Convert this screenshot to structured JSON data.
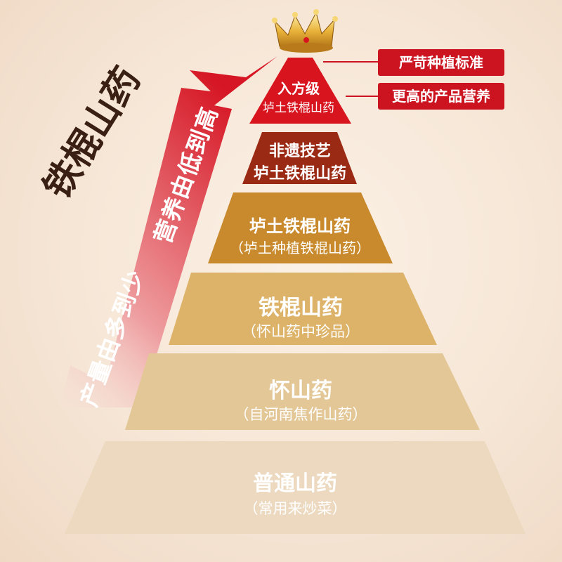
{
  "side_title": "铁棍山药",
  "arrow": {
    "lower_text": "产量由多到少",
    "upper_text": "营养由低到高"
  },
  "badges": [
    {
      "label": "严苛种植标准"
    },
    {
      "label": "更高的产品营养"
    }
  ],
  "levels": [
    {
      "title": "入方级",
      "subtitle": "垆土铁棍山药",
      "color": "#d8141f"
    },
    {
      "title": "非遗技艺",
      "subtitle": "垆土铁棍山药",
      "color": "#9b2a14"
    },
    {
      "title": "垆土铁棍山药",
      "subtitle": "（垆土种植铁棍山药）",
      "color": "#c88a2c"
    },
    {
      "title": "铁棍山药",
      "subtitle": "（怀山药中珍品）",
      "color": "#ddb36a"
    },
    {
      "title": "怀山药",
      "subtitle": "（自河南焦作山药）",
      "color": "#e3c796"
    },
    {
      "title": "普通山药",
      "subtitle": "（常用来炒菜）",
      "color": "#ecd9bf"
    }
  ],
  "icons": {
    "crown": "crown-icon"
  }
}
